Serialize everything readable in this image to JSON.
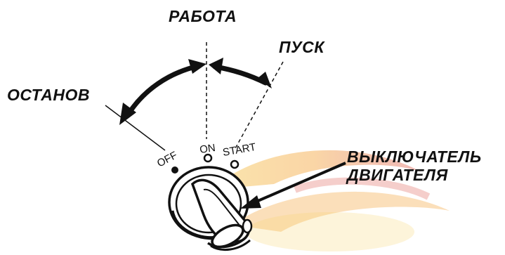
{
  "labels": {
    "run": "РАБОТА",
    "start": "ПУСК",
    "stop": "ОСТАНОВ",
    "switch_line1": "ВЫКЛЮЧАТЕЛЬ",
    "switch_line2": "ДВИГАТЕЛЯ"
  },
  "dial_marks": {
    "off": "OFF",
    "on": "ON",
    "start": "START"
  },
  "colors": {
    "ink": "#111111",
    "background": "#ffffff",
    "watermark_red": "#d63a2f",
    "watermark_orange": "#f3a23a",
    "watermark_yellow": "#f8d26a"
  }
}
